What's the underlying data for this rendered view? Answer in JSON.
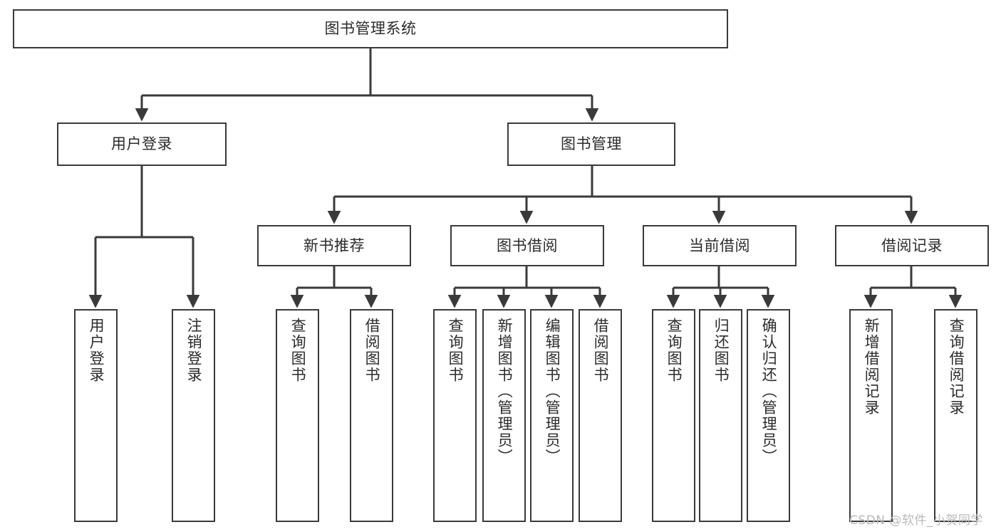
{
  "diagram": {
    "title": "图书管理系统",
    "watermark": "CSDN @软件_小贺同学",
    "line_color": "#3a3a3a",
    "box_fill": "#ffffff",
    "text_color": "#2b2b2b",
    "root": {
      "label": "图书管理系统"
    },
    "level2": [
      {
        "label": "用户登录"
      },
      {
        "label": "图书管理"
      }
    ],
    "level3": [
      {
        "label": "新书推荐"
      },
      {
        "label": "图书借阅"
      },
      {
        "label": "当前借阅"
      },
      {
        "label": "借阅记录"
      }
    ],
    "leaves": {
      "user_login": [
        {
          "label": "用户登录"
        },
        {
          "label": "注销登录"
        }
      ],
      "new_book": [
        {
          "label": "查询图书"
        },
        {
          "label": "借阅图书"
        }
      ],
      "book_borrow": [
        {
          "label": "查询图书"
        },
        {
          "label": "新增图书（管理员）"
        },
        {
          "label": "编辑图书（管理员）"
        },
        {
          "label": "借阅图书"
        }
      ],
      "current_borrow": [
        {
          "label": "查询图书"
        },
        {
          "label": "归还图书"
        },
        {
          "label": "确认归还（管理员）"
        }
      ],
      "borrow_record": [
        {
          "label": "新增借阅记录"
        },
        {
          "label": "查询借阅记录"
        }
      ]
    }
  }
}
